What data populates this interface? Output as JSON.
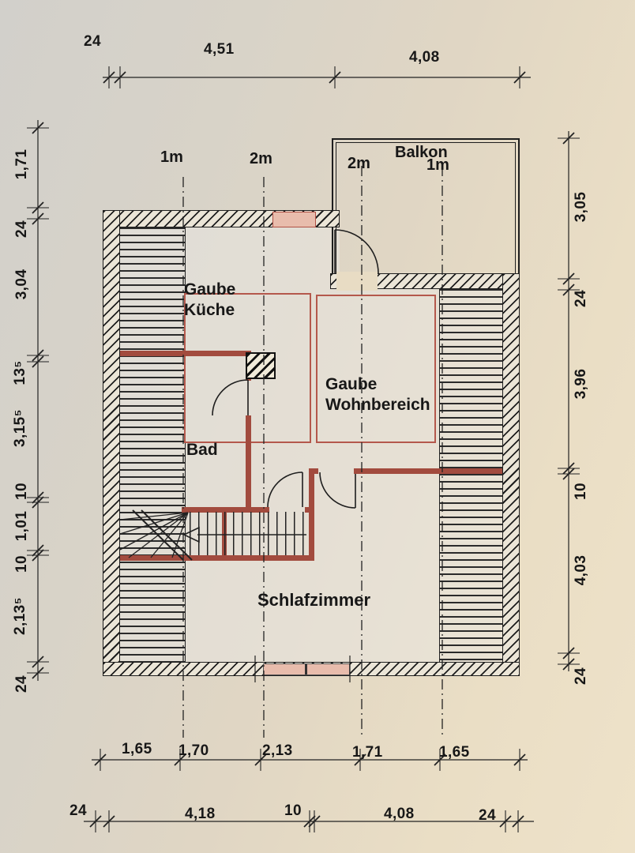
{
  "rooms": {
    "balkon": "Balkon",
    "gaube_kueche": "Gaube\nKüche",
    "bad": "Bad",
    "gaube_wohnbereich": "Gaube\nWohnbereich",
    "schlafzimmer": "Schlafzimmer"
  },
  "height_markers": {
    "left_1m": "1m",
    "left_2m": "2m",
    "balkon_2m": "2m",
    "balkon_1m": "1m"
  },
  "dimensions": {
    "top": [
      "24",
      "4,51",
      "4,08"
    ],
    "bottom_segments": [
      "1,65",
      "1,70",
      "2,13",
      "1,71",
      "1,65"
    ],
    "bottom_overall": [
      "24",
      "4,18",
      "10",
      "4,08",
      "24"
    ],
    "left": [
      "1,71",
      "24",
      "3,04",
      "13⁵",
      "3,15⁵",
      "10",
      "1,01",
      "10",
      "2,13⁵",
      "24"
    ],
    "right": [
      "3,05",
      "24",
      "3,96",
      "10",
      "4,03",
      "24"
    ]
  },
  "colors": {
    "wall_red": "#a24b3e",
    "dormer_red": "#b4584c",
    "window_pink": "#e8bcac",
    "ink": "#1e1e1e"
  }
}
